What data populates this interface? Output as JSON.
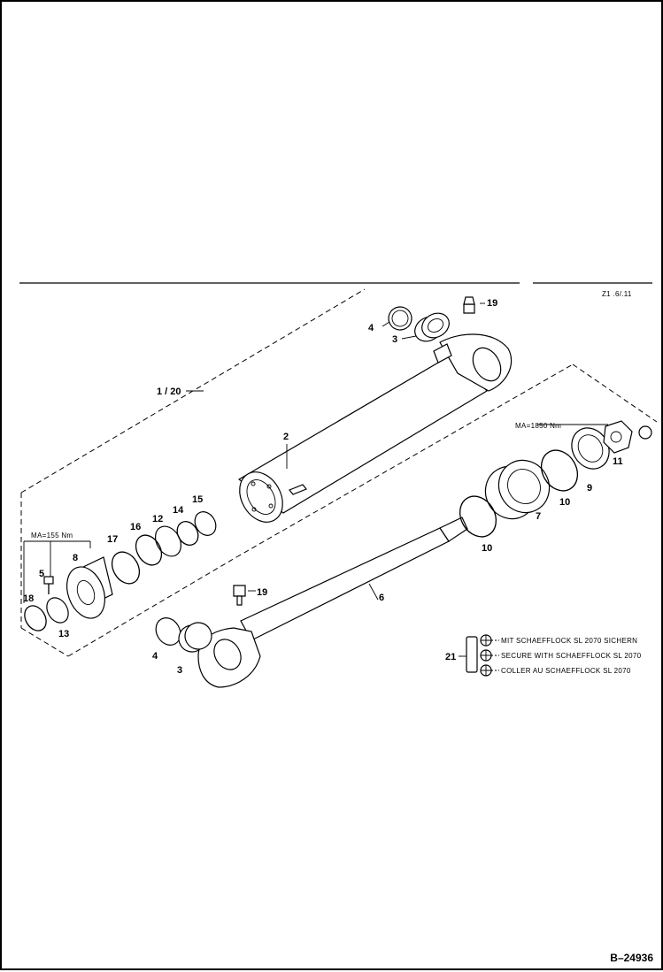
{
  "drawing": {
    "reference_number": "B–24936",
    "corner_code": "Z1 .6/.11"
  },
  "torques": {
    "top": {
      "label": "MA=1850 Nm"
    },
    "left": {
      "label": "MA=155 Nm"
    }
  },
  "parts": {
    "p1": "1 / 20",
    "p2": "2",
    "p3a": "3",
    "p3b": "3",
    "p4a": "4",
    "p4b": "4",
    "p5": "5",
    "p6": "6",
    "p7": "7",
    "p8": "8",
    "p9": "9",
    "p10a": "10",
    "p10b": "10",
    "p11": "11",
    "p12": "12",
    "p13": "13",
    "p14": "14",
    "p15": "15",
    "p16": "16",
    "p17": "17",
    "p18": "18",
    "p19a": "19",
    "p19b": "19",
    "p21": "21"
  },
  "legend": {
    "line1": "MIT SCHAEFFLOCK SL 2070 SICHERN",
    "line2": "SECURE WITH SCHAEFFLOCK SL 2070",
    "line3": "COLLER AU SCHAEFFLOCK SL 2070"
  }
}
